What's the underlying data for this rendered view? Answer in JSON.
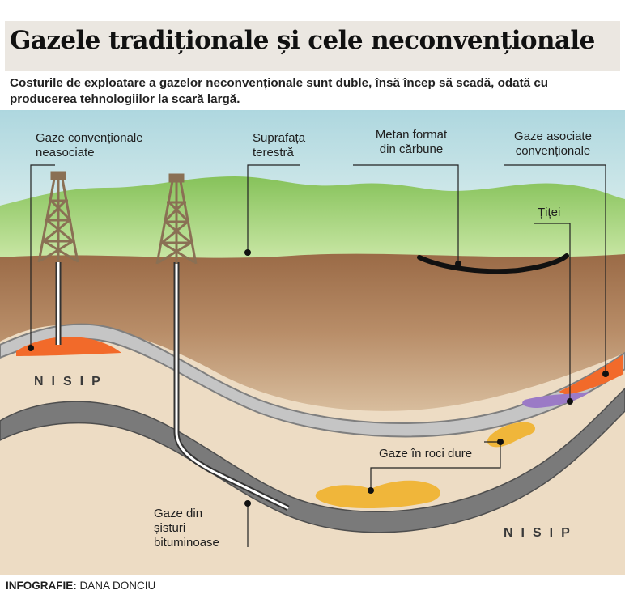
{
  "title": "Gazele tradiționale și cele neconvenționale",
  "subtitle": "Costurile de exploatare a gazelor neconvenționale sunt duble, însă încep să scadă, odată cu producerea tehnologiilor la scară largă.",
  "labels": {
    "conventional_line1": "Gaze convenționale",
    "conventional_line2": "neasociate",
    "surface_line1": "Suprafața",
    "surface_line2": "terestră",
    "coal_line1": "Metan format",
    "coal_line2": "din cărbune",
    "associated_line1": "Gaze asociate",
    "associated_line2": "convenționale",
    "oil": "Țiței",
    "tight_gas": "Gaze în roci dure",
    "shale_line1": "Gaze din",
    "shale_line2": "șisturi",
    "shale_line3": "bituminoase",
    "sand_left": "NISIP",
    "sand_right": "NISIP"
  },
  "footer": {
    "label": "INFOGRAFIE:",
    "author": "DANA DONCIU"
  },
  "colors": {
    "sky": "#b9dfe4",
    "grass": "#9fd072",
    "soil": "#a87a58",
    "sand": "#eddcc4",
    "rock_layer": "#7e7e7e",
    "gas": "#f26a2a",
    "tight_gas": "#f0b63a",
    "oil": "#9b7ac6",
    "coal": "#111111"
  }
}
